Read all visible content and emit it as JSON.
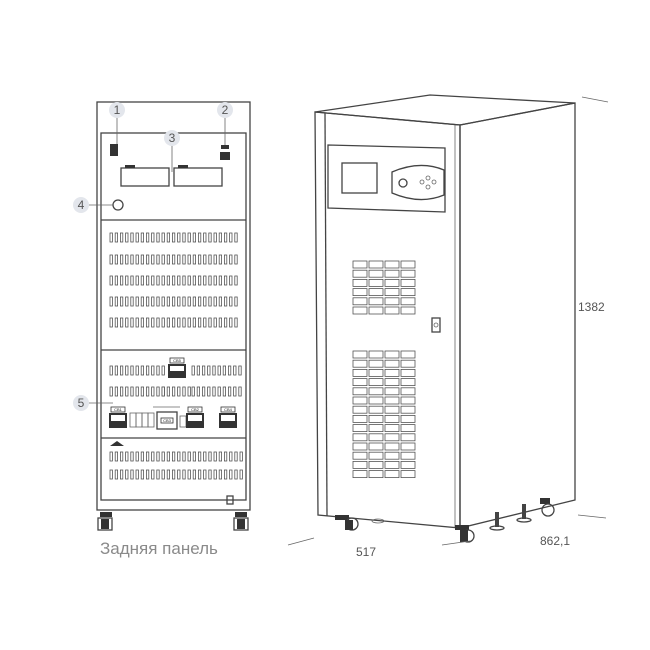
{
  "rear_view": {
    "caption": "Задняя панель",
    "callouts": [
      "1",
      "2",
      "3",
      "4",
      "5"
    ],
    "breakers": {
      "cb1": "CB1",
      "cb2": "CB2",
      "cb3": "CB3",
      "cb4": "CB4",
      "cb5": "CB5"
    }
  },
  "dimensions": {
    "height": "1382",
    "width": "517",
    "depth": "862,1"
  }
}
